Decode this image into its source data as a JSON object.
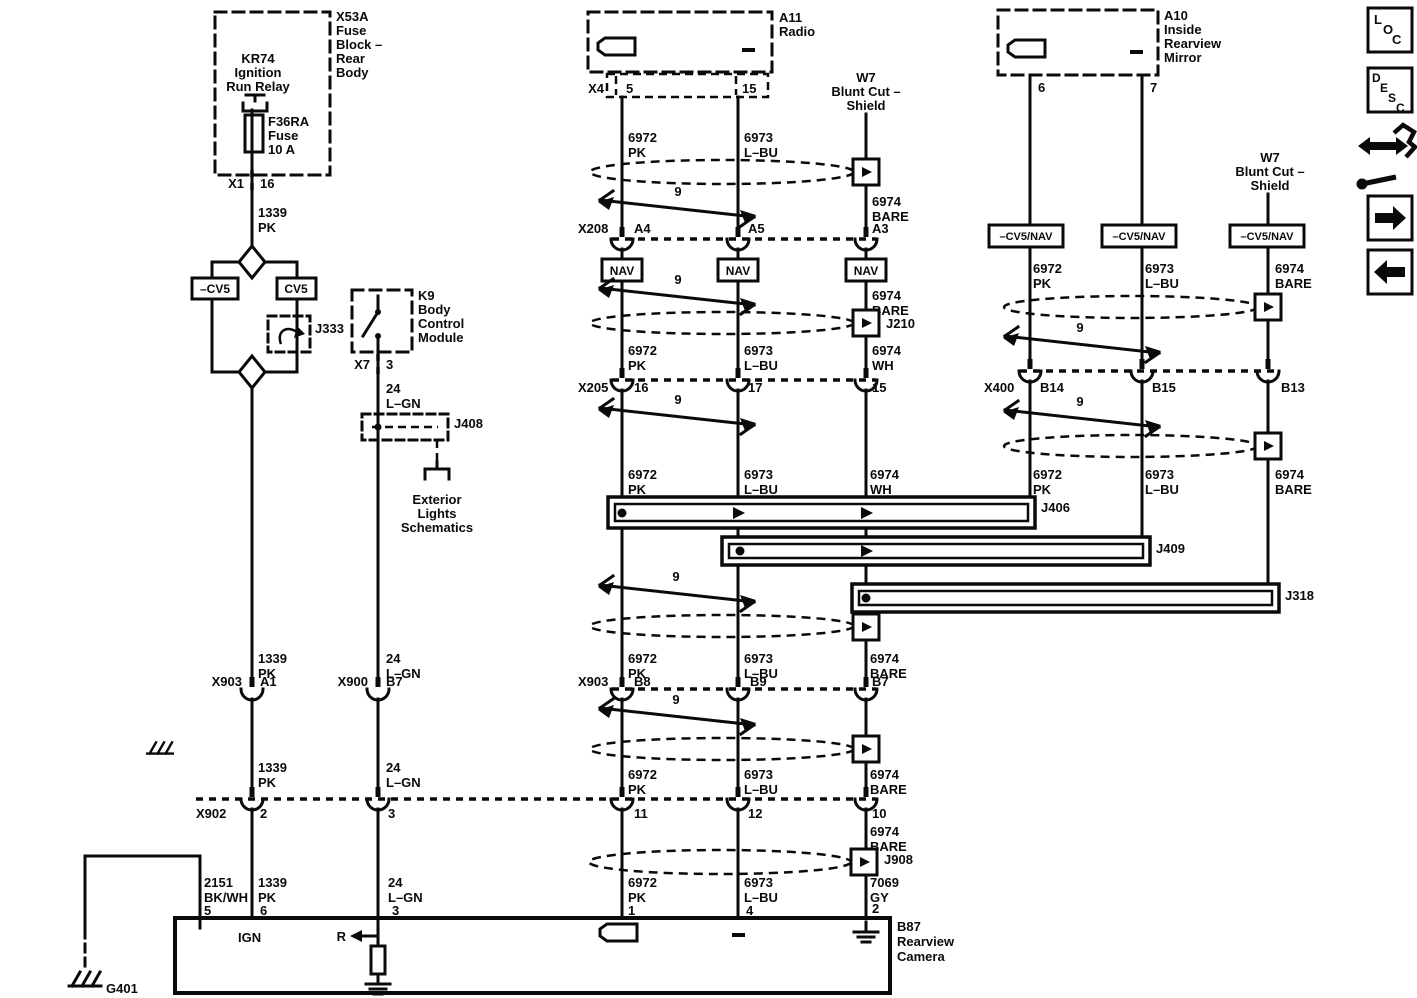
{
  "blocks": {
    "fuse_block": [
      "X53A",
      "Fuse",
      "Block –",
      "Rear",
      "Body"
    ],
    "relay": [
      "KR74",
      "Ignition",
      "Run Relay"
    ],
    "fuse": [
      "F36RA",
      "Fuse",
      "10 A"
    ],
    "radio": [
      "A11",
      "Radio"
    ],
    "mirror": [
      "A10",
      "Inside",
      "Rearview",
      "Mirror"
    ],
    "bcm": [
      "K9",
      "Body",
      "Control",
      "Module"
    ],
    "camera": [
      "B87",
      "Rearview",
      "Camera"
    ],
    "w7": [
      "W7",
      "Blunt Cut –",
      "Shield"
    ],
    "offpage_ref": [
      "Exterior",
      "Lights",
      "Schematics"
    ]
  },
  "wires": {
    "c1339": [
      "1339",
      "PK"
    ],
    "c2151": [
      "2151",
      "BK/WH"
    ],
    "c24": [
      "24",
      "L–GN"
    ],
    "c6972": [
      "6972",
      "PK"
    ],
    "c6973": [
      "6973",
      "L–BU"
    ],
    "c6974_bare": [
      "6974",
      "BARE"
    ],
    "c6974_wh": [
      "6974",
      "WH"
    ],
    "c7069": [
      "7069",
      "GY"
    ]
  },
  "splices": {
    "j333": "J333",
    "j406": "J406",
    "j408": "J408",
    "j409": "J409",
    "j318": "J318",
    "j210": "J210",
    "j908": "J908"
  },
  "grounds": {
    "g401": "G401"
  },
  "options": {
    "cv5_neg": "–CV5",
    "cv5": "CV5",
    "nav": "NAV",
    "cv5_nav": "–CV5/NAV"
  },
  "twist": {
    "count": "9"
  },
  "connectors": {
    "x1": {
      "name": "X1",
      "pin": "16"
    },
    "x7": {
      "name": "X7",
      "pin": "3"
    },
    "x4": {
      "name": "X4",
      "pin_a": "5",
      "pin_b": "15"
    },
    "x208": {
      "name": "X208",
      "pin_a": "A4",
      "pin_b": "A5",
      "pin_c": "A3"
    },
    "x205": {
      "name": "X205",
      "pin_a": "16",
      "pin_b": "17",
      "pin_c": "15"
    },
    "x400": {
      "name": "X400",
      "pin_a": "B14",
      "pin_b": "B15",
      "pin_c": "B13"
    },
    "x903_left": {
      "name": "X903",
      "pin": "A1"
    },
    "x900": {
      "name": "X900",
      "pin": "B7"
    },
    "x903_mid": {
      "name": "X903",
      "pin_a": "B8",
      "pin_b": "B9",
      "pin_c": "B7"
    },
    "x902": {
      "name": "X902",
      "pin_a": "2",
      "pin_b": "3",
      "pin_c": "11",
      "pin_d": "12",
      "pin_e": "10"
    },
    "mirror_pins": {
      "a": "6",
      "b": "7"
    },
    "camera_pins": {
      "p5": "5",
      "p6": "6",
      "p3": "3",
      "p1": "1",
      "p4": "4",
      "p2": "2"
    }
  },
  "camera_internal": {
    "ign": "IGN",
    "reverse": "R"
  },
  "sidebar": {
    "loc": [
      "L",
      "O",
      "C"
    ],
    "desc": [
      "D",
      "E",
      "S",
      "C"
    ]
  }
}
